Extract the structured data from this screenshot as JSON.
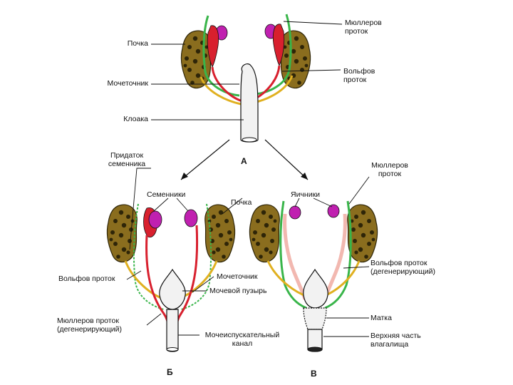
{
  "labels": {
    "kidney_a": "Почка",
    "ureter_a": "Мочеточник",
    "cloaca": "Клоака",
    "muller_a": "Мюллеров\nпроток",
    "wolff_a": "Вольфов\nпроток",
    "panel_a": "А",
    "epididymis": "Придаток\nсеменника",
    "testes": "Семенники",
    "kidney_b": "Почка",
    "ovaries": "Яичники",
    "muller_c": "Мюллеров\nпроток",
    "wolff_b": "Вольфов проток",
    "ureter_b": "Мочеточник",
    "bladder": "Мочевой пузырь",
    "muller_b": "Мюллеров проток\n(дегенерирующий)",
    "urethra": "Мочеиспускательный\nканал",
    "wolff_c": "Вольфов проток\n(дегенерирующий)",
    "uterus": "Матка",
    "vagina": "Верхняя часть\nвлагалища",
    "panel_b": "Б",
    "panel_c": "В"
  },
  "colors": {
    "kidney": "#8a6d1e",
    "kidney_dot": "#2e2508",
    "gonad": "#c020b0",
    "red_duct": "#d8202e",
    "green_duct": "#39b54a",
    "yellow_duct": "#e0b020",
    "pink_duct": "#f2b8b0",
    "line": "#111111"
  }
}
